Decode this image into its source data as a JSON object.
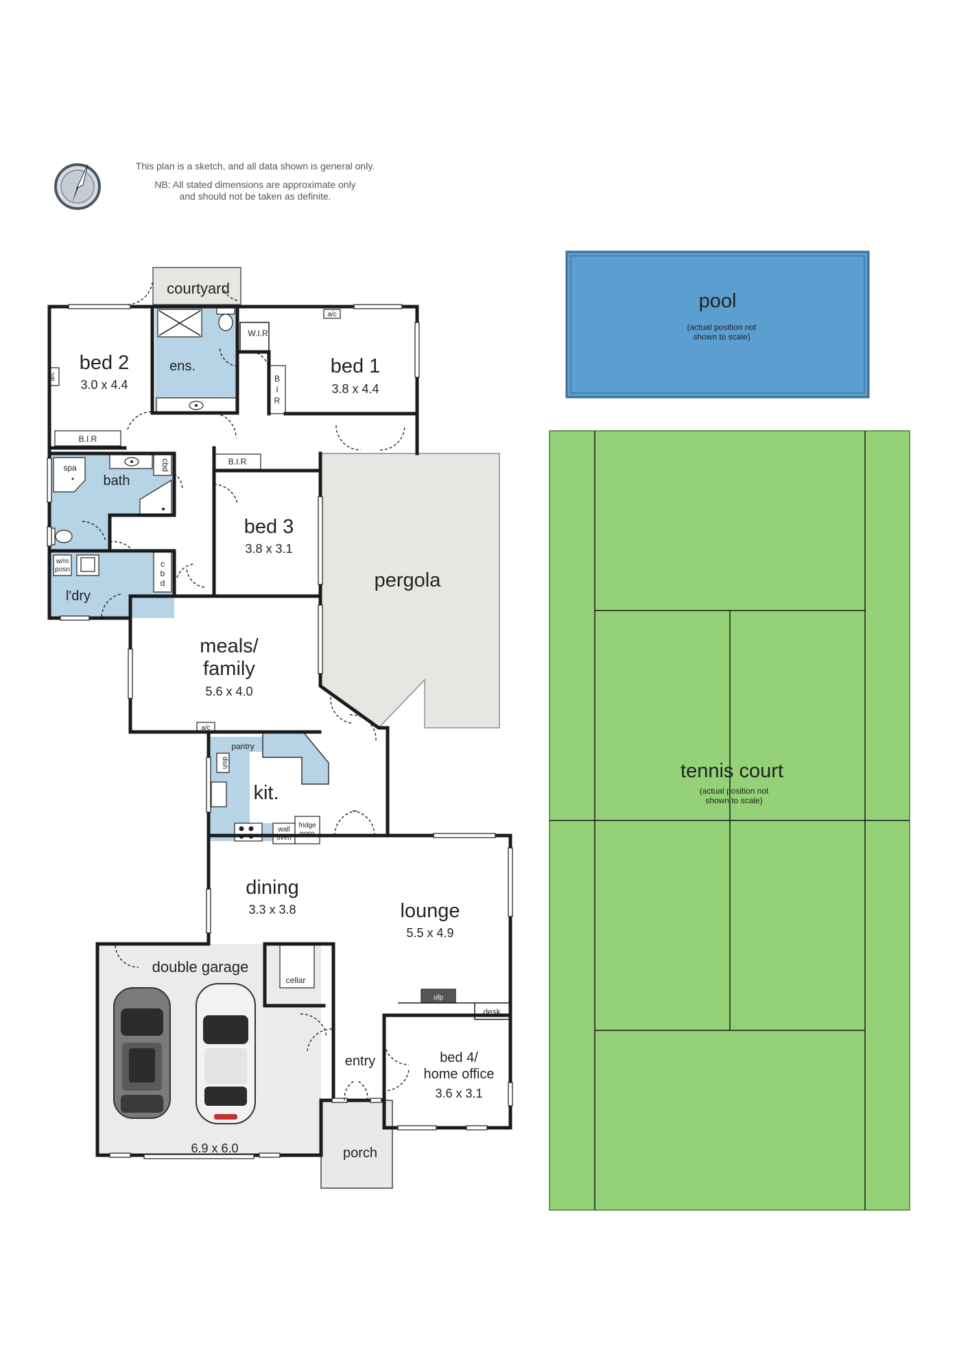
{
  "notes": {
    "line1": "This plan is a sketch, and all data shown is general only.",
    "line2": "NB: All stated dimensions are approximate only",
    "line3": "and should not be taken as definite."
  },
  "colors": {
    "wet_area": "#b7d3e6",
    "pool": "#5b9fd1",
    "tennis_court": "#95d176",
    "pergola": "#e6e6e3",
    "garage_floor": "#ebebeb",
    "walls": "#1a1a1a"
  },
  "icons": [
    "north-compass-icon",
    "car-icon",
    "toilet-icon",
    "sink-icon",
    "cooktop-icon",
    "spa-icon"
  ],
  "rooms": {
    "courtyard": "courtyard",
    "bed2": {
      "label": "bed 2",
      "dim": "3.0 x 4.4"
    },
    "ens": "ens.",
    "wir": "W.I.R",
    "bed1": {
      "label": "bed 1",
      "dim": "3.8 x 4.4"
    },
    "bir": "B.I.R",
    "bir_vertical": [
      "B",
      "I",
      "R"
    ],
    "bath": "bath",
    "spa": "spa",
    "cbd": "cbd",
    "cbd_vertical": [
      "c",
      "b",
      "d"
    ],
    "bed3": {
      "label": "bed 3",
      "dim": "3.8 x 3.1"
    },
    "pergola": "pergola",
    "laundry": "l'dry",
    "wm_posn": [
      "w/m",
      "posn"
    ],
    "ac": "a/c",
    "meals": {
      "label1": "meals/",
      "label2": "family",
      "dim": "5.6 x 4.0"
    },
    "pantry": "pantry",
    "kitchen": "kit.",
    "dishwasher": "dish",
    "wall_oven": [
      "wall",
      "oven"
    ],
    "fridge_posn": [
      "fridge",
      "posn"
    ],
    "dining": {
      "label": "dining",
      "dim": "3.3 x 3.8"
    },
    "lounge": {
      "label": "lounge",
      "dim": "5.5 x 4.9"
    },
    "double_garage": {
      "label": "double garage",
      "dim": "6.9 x 6.0"
    },
    "cellar": "cellar",
    "fireplace": "ofp",
    "desk": "desk",
    "entry": "entry",
    "bed4": {
      "label1": "bed 4/",
      "label2": "home office",
      "dim": "3.6 x 3.1"
    },
    "porch": "porch"
  },
  "pool": {
    "label": "pool",
    "note1": "(actual position not",
    "note2": "shown to scale)"
  },
  "tennis": {
    "label": "tennis court",
    "note1": "(actual position not",
    "note2": "shown to scale)"
  }
}
